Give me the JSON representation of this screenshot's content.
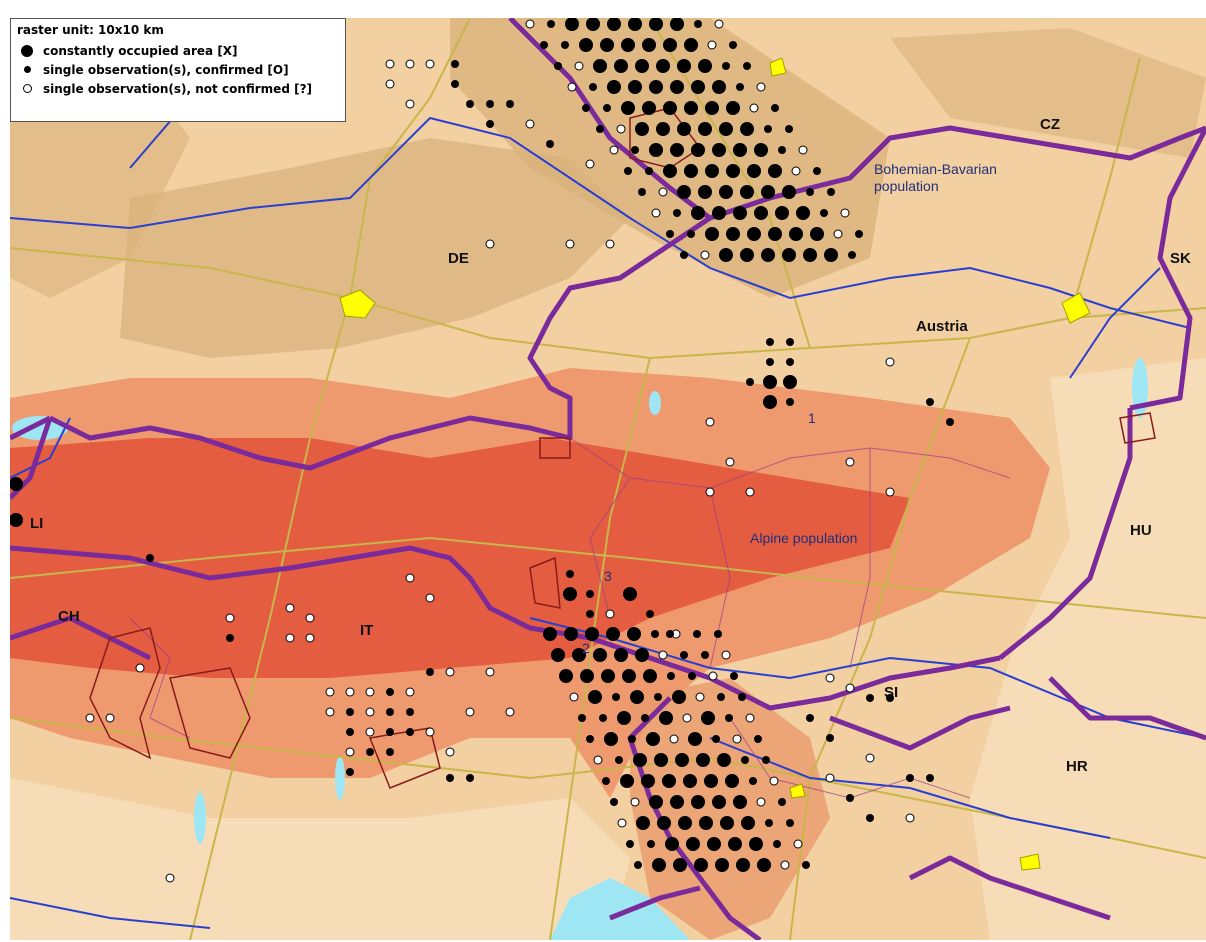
{
  "legend": {
    "title": "raster unit: 10x10 km",
    "items": [
      {
        "symbol": "large-filled-dot",
        "label": "constantly occupied area [X]"
      },
      {
        "symbol": "small-filled-dot",
        "label": "single observation(s), confirmed [O]"
      },
      {
        "symbol": "open-dot",
        "label": "single observation(s), not confirmed [?]"
      }
    ]
  },
  "country_labels": {
    "cz": "CZ",
    "de": "DE",
    "sk": "SK",
    "austria": "Austria",
    "hu": "HU",
    "li": "LI",
    "ch": "CH",
    "it": "IT",
    "si": "SI",
    "hr": "HR"
  },
  "population_labels": {
    "bohemian_line1": "Bohemian-Bavarian",
    "bohemian_line2": "population",
    "alpine": "Alpine population"
  },
  "area_numbers": {
    "n1": "1",
    "n2": "2",
    "n3": "3"
  },
  "colors": {
    "lowland": "#f2d0a2",
    "hills": "#d9b07a",
    "alps_mid": "#ef9a6e",
    "alps_high": "#e2523a",
    "water": "#9fe6f5",
    "border": "#7a2a9a",
    "river": "#2a3fd0",
    "road": "#c9b64a",
    "city": "#ffff00"
  }
}
